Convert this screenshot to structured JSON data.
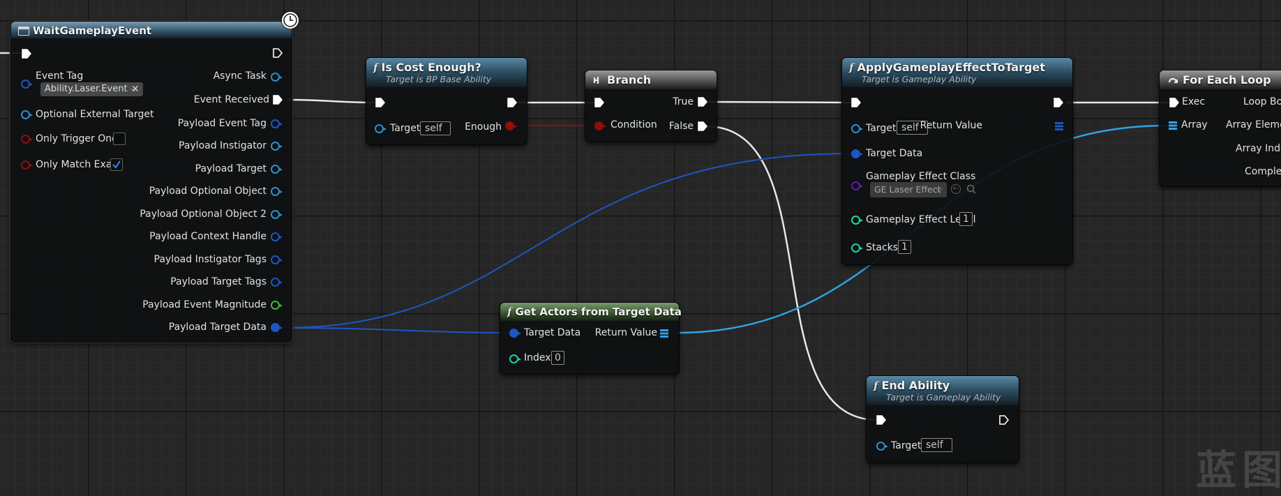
{
  "colors": {
    "exec": "#ffffff",
    "object": "#2d8fcf",
    "bool": "#8f0e0e",
    "struct": "#1d56c4",
    "class": "#5b1bb0",
    "float": "#2cd79a",
    "int": "#1fd0ab",
    "array": "#2fa3e8",
    "magnitude": "#3cbd35"
  },
  "nodes": {
    "wait_event": {
      "title": "WaitGameplayEvent",
      "icon": "task-window-icon",
      "inputs": {
        "event_tag": "Event Tag",
        "event_tag_value": "Ability.Laser.Event",
        "optional_external_target": "Optional External Target",
        "only_trigger_once": "Only Trigger Once",
        "only_match_exact": "Only Match Exact"
      },
      "outputs": {
        "async_task": "Async Task",
        "event_received": "Event Received",
        "payload_event_tag": "Payload Event Tag",
        "payload_instigator": "Payload Instigator",
        "payload_target": "Payload Target",
        "payload_optional_object": "Payload Optional Object",
        "payload_optional_object_2": "Payload Optional Object 2",
        "payload_context_handle": "Payload Context Handle",
        "payload_instigator_tags": "Payload Instigator Tags",
        "payload_target_tags": "Payload Target Tags",
        "payload_event_magnitude": "Payload Event Magnitude",
        "payload_target_data": "Payload Target Data"
      }
    },
    "is_cost_enough": {
      "title": "Is Cost Enough?",
      "subtitle": "Target is BP Base Ability",
      "target_label": "Target",
      "target_value": "self",
      "enough_label": "Enough"
    },
    "branch": {
      "title": "Branch",
      "condition_label": "Condition",
      "true_label": "True",
      "false_label": "False"
    },
    "apply_effect": {
      "title": "ApplyGameplayEffectToTarget",
      "subtitle": "Target is Gameplay Ability",
      "target_label": "Target",
      "target_value": "self",
      "return_value_label": "Return Value",
      "target_data_label": "Target Data",
      "effect_class_label": "Gameplay Effect Class",
      "effect_class_value": "GE Laser Effect",
      "effect_level_label": "Gameplay Effect Level",
      "effect_level_value": "1",
      "stacks_label": "Stacks",
      "stacks_value": "1"
    },
    "for_each": {
      "title": "For Each Loop",
      "exec_label": "Exec",
      "array_label": "Array",
      "loop_body_label": "Loop Body",
      "array_element_label": "Array Element",
      "array_index_label": "Array Index",
      "completed_label": "Completed"
    },
    "get_actors": {
      "title": "Get Actors from Target Data",
      "target_data_label": "Target Data",
      "index_label": "Index",
      "index_value": "0",
      "return_value_label": "Return Value"
    },
    "end_ability": {
      "title": "End Ability",
      "subtitle": "Target is Gameplay Ability",
      "target_label": "Target",
      "target_value": "self"
    }
  },
  "watermark": "蓝图"
}
